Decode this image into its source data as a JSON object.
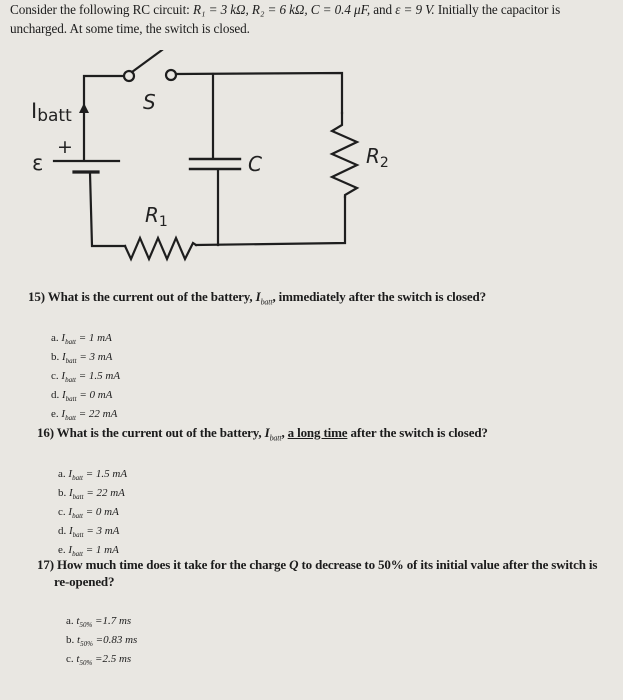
{
  "intro": {
    "line1_prefix": "Consider the following RC circuit: ",
    "R1": "R₁ = 3 kΩ,",
    "R2": "R₂ = 6 kΩ,",
    "C": "C = 0.4 μF,",
    "and": "and",
    "emf": "ε = 9 V.",
    "line1_suffix": "Initially the capacitor is",
    "line2": "uncharged. At some time, the switch is closed."
  },
  "circuit": {
    "labels": {
      "current": "I",
      "current_sub": "batt",
      "switch": "S",
      "emf": "ε",
      "plus": "+",
      "capacitor": "C",
      "r1": "R",
      "r1_sub": "1",
      "r2": "R",
      "r2_sub": "2"
    },
    "components": [
      "battery",
      "switch",
      "capacitor",
      "resistor-R1",
      "resistor-R2"
    ]
  },
  "questions": [
    {
      "number": "15)",
      "text_before": "What is the current out of the battery,",
      "symbol": "I",
      "symbol_sub": "batt",
      "text_after": ", immediately after the switch is closed?",
      "options": [
        {
          "label": "a.",
          "symbol": "I",
          "sub": "batt",
          "value": "= 1 mA"
        },
        {
          "label": "b.",
          "symbol": "I",
          "sub": "batt",
          "value": "= 3 mA"
        },
        {
          "label": "c.",
          "symbol": "I",
          "sub": "batt",
          "value": "= 1.5 mA"
        },
        {
          "label": "d.",
          "symbol": "I",
          "sub": "batt",
          "value": "= 0 mA"
        },
        {
          "label": "e.",
          "symbol": "I",
          "sub": "batt",
          "value": "= 22 mA"
        }
      ]
    },
    {
      "number": "16)",
      "text_before": "What is the current out of the battery,",
      "symbol": "I",
      "symbol_sub": "batt",
      "text_mid": ",",
      "underlined": "a long time",
      "text_after": "after the switch is closed?",
      "options": [
        {
          "label": "a.",
          "symbol": "I",
          "sub": "batt",
          "value": "= 1.5 mA"
        },
        {
          "label": "b.",
          "symbol": "I",
          "sub": "batt",
          "value": "= 22 mA"
        },
        {
          "label": "c.",
          "symbol": "I",
          "sub": "batt",
          "value": "= 0 mA"
        },
        {
          "label": "d.",
          "symbol": "I",
          "sub": "batt",
          "value": "= 3 mA"
        },
        {
          "label": "e.",
          "symbol": "I",
          "sub": "batt",
          "value": "= 1 mA"
        }
      ]
    },
    {
      "number": "17)",
      "text_line1_before": "How much time does it take for the charge",
      "symbol": "Q",
      "text_line1_after": "to decrease to 50% of its initial value after the switch is",
      "text_line2": "re-opened?",
      "options": [
        {
          "label": "a.",
          "symbol": "t",
          "sub": "50%",
          "value": "=1.7 ms"
        },
        {
          "label": "b.",
          "symbol": "t",
          "sub": "50%",
          "value": "=0.83 ms"
        },
        {
          "label": "c.",
          "symbol": "t",
          "sub": "50%",
          "value": "=2.5 ms"
        }
      ]
    }
  ]
}
